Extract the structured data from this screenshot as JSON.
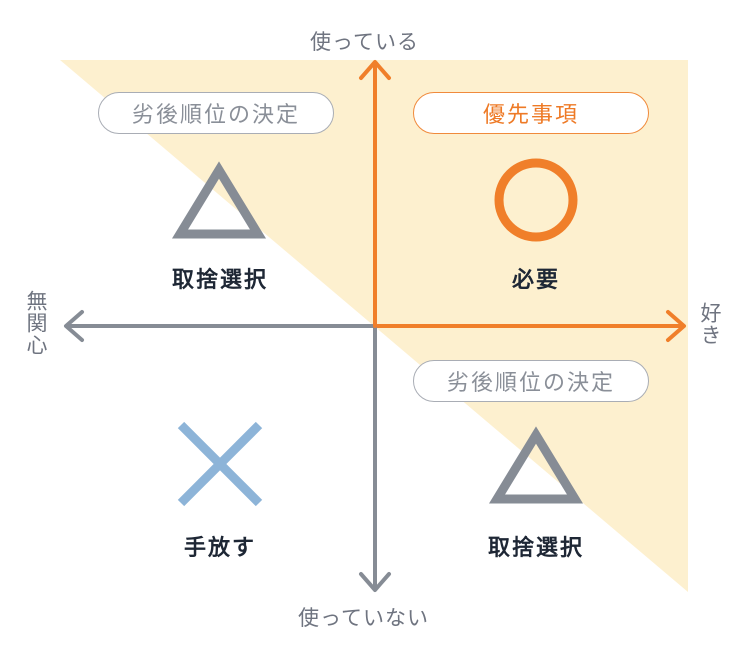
{
  "axes": {
    "top": "使っている",
    "bottom": "使っていない",
    "left": "無関心",
    "right": "好き"
  },
  "quadrants": {
    "top_left": {
      "tag": "劣後順位の決定",
      "symbol": "triangle",
      "label": "取捨選択"
    },
    "top_right": {
      "tag": "優先事項",
      "symbol": "circle",
      "label": "必要"
    },
    "bottom_left": {
      "symbol": "cross",
      "label": "手放す"
    },
    "bottom_right": {
      "tag": "劣後順位の決定",
      "symbol": "triangle",
      "label": "取捨選択"
    }
  },
  "colors": {
    "highlight": "#fdf0cf",
    "orange": "#f07f2a",
    "gray": "#868c95",
    "blue": "#8db4d8",
    "text": "#1e2735"
  }
}
